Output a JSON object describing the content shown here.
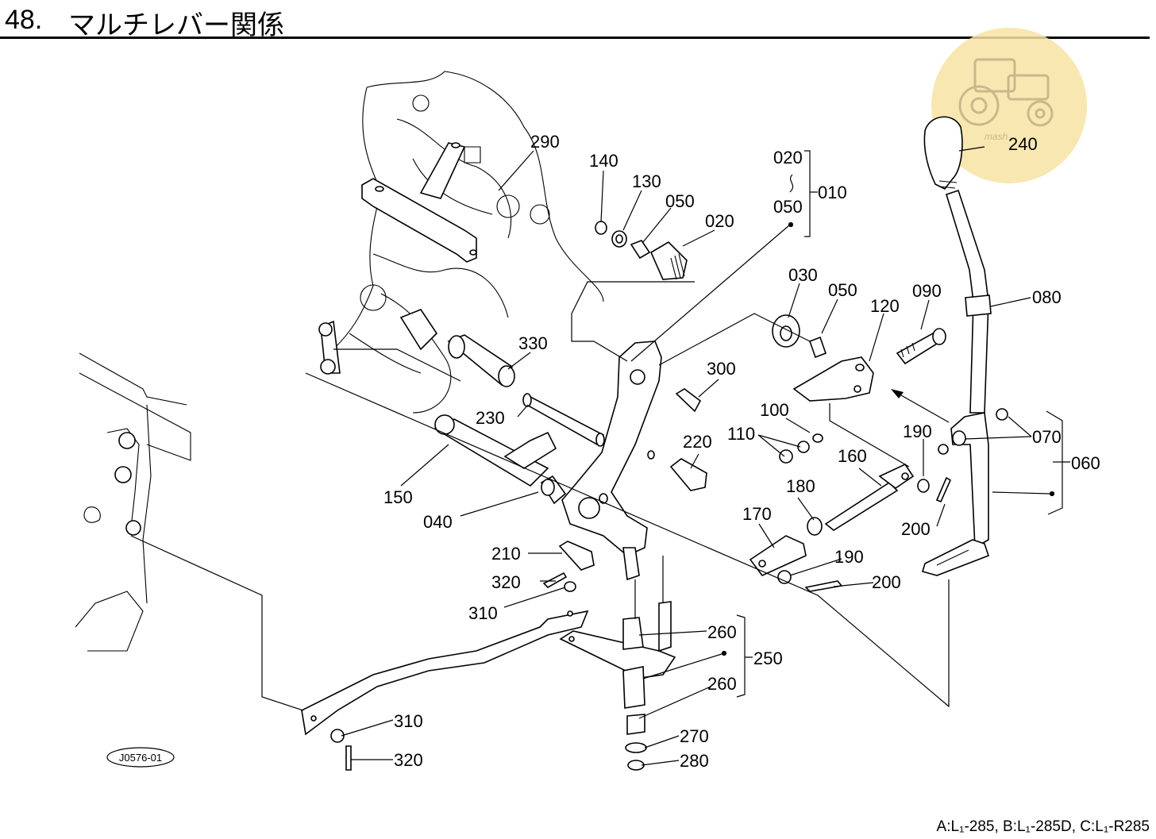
{
  "header": {
    "number": "48.",
    "title": "マルチレバー関係"
  },
  "drawing_code": "J0576-01",
  "footer": "A:L₁-285, B:L₁-285D, C:L₁-R285",
  "watermark": {
    "icon": "tractor-icon",
    "text": "mash",
    "color": "#f7e3a3"
  },
  "callouts": [
    {
      "id": "c290",
      "text": "290"
    },
    {
      "id": "c140",
      "text": "140"
    },
    {
      "id": "c130",
      "text": "130"
    },
    {
      "id": "c050a",
      "text": "050"
    },
    {
      "id": "c020a",
      "text": "020"
    },
    {
      "id": "c020b",
      "text": "020"
    },
    {
      "id": "c050b",
      "text": "050"
    },
    {
      "id": "c010",
      "text": "010"
    },
    {
      "id": "c240",
      "text": "240"
    },
    {
      "id": "c030",
      "text": "030"
    },
    {
      "id": "c050c",
      "text": "050"
    },
    {
      "id": "c120",
      "text": "120"
    },
    {
      "id": "c090",
      "text": "090"
    },
    {
      "id": "c080",
      "text": "080"
    },
    {
      "id": "c330",
      "text": "330"
    },
    {
      "id": "c300",
      "text": "300"
    },
    {
      "id": "c100",
      "text": "100"
    },
    {
      "id": "c230",
      "text": "230"
    },
    {
      "id": "c190a",
      "text": "190"
    },
    {
      "id": "c070",
      "text": "070"
    },
    {
      "id": "c110",
      "text": "110"
    },
    {
      "id": "c220",
      "text": "220"
    },
    {
      "id": "c160",
      "text": "160"
    },
    {
      "id": "c060",
      "text": "060"
    },
    {
      "id": "c150",
      "text": "150"
    },
    {
      "id": "c180",
      "text": "180"
    },
    {
      "id": "c200a",
      "text": "200"
    },
    {
      "id": "c040",
      "text": "040"
    },
    {
      "id": "c170",
      "text": "170"
    },
    {
      "id": "c210",
      "text": "210"
    },
    {
      "id": "c190b",
      "text": "190"
    },
    {
      "id": "c320a",
      "text": "320"
    },
    {
      "id": "c200b",
      "text": "200"
    },
    {
      "id": "c310a",
      "text": "310"
    },
    {
      "id": "c260a",
      "text": "260"
    },
    {
      "id": "c250",
      "text": "250"
    },
    {
      "id": "c260b",
      "text": "260"
    },
    {
      "id": "c310b",
      "text": "310"
    },
    {
      "id": "c270",
      "text": "270"
    },
    {
      "id": "c320b",
      "text": "320"
    },
    {
      "id": "c280",
      "text": "280"
    }
  ]
}
